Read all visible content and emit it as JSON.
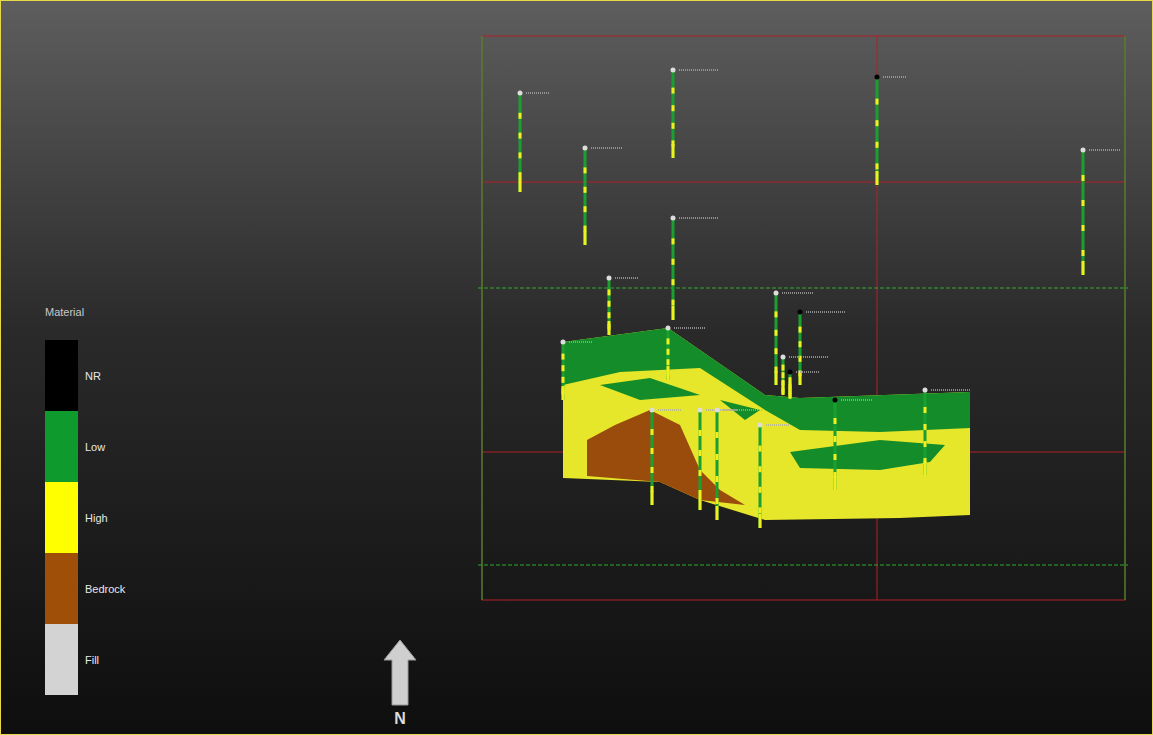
{
  "diagram": {
    "labels": [
      "Material",
      "N"
    ],
    "legend": [
      {
        "text": "NR",
        "color": "#000000"
      },
      {
        "text": "Low",
        "color": "#0e9a2c"
      },
      {
        "text": "High",
        "color": "#ffff00"
      },
      {
        "text": "Bedrock",
        "color": "#a04f08"
      },
      {
        "text": "Fill",
        "color": "#d3d3d3"
      }
    ]
  }
}
